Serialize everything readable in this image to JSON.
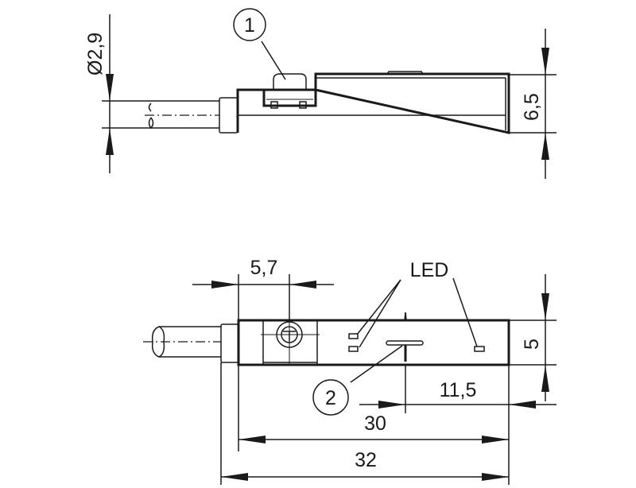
{
  "title": "Sensor dimension drawing",
  "top_view": {
    "diameter_label": "Ø2,9",
    "height_label": "6,5",
    "balloon_1": "1"
  },
  "bottom_view": {
    "led_label": "LED",
    "dim_screw_offset": "5,7",
    "dim_height": "5",
    "dim_sensing_point": "11,5",
    "dim_30": "30",
    "dim_32": "32",
    "balloon_2": "2"
  }
}
